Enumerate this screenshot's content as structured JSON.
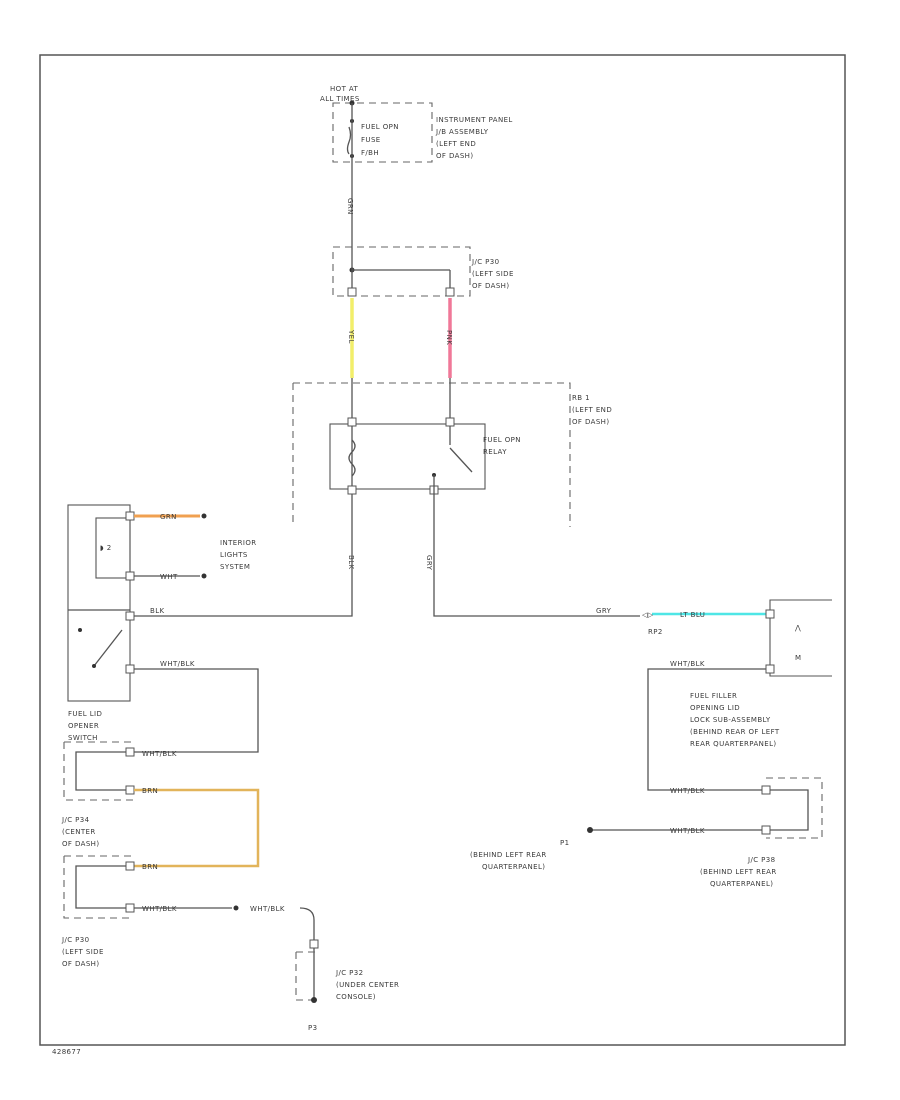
{
  "labels": {
    "hot_at": "HOT AT",
    "all_times": "ALL TIMES",
    "fuel_opn_fuse_1": "FUEL OPN",
    "fuel_opn_fuse_2": "FUSE",
    "fuel_opn_fuse_3": "F/BH",
    "instr_panel_1": "INSTRUMENT PANEL",
    "instr_panel_2": "J/B ASSEMBLY",
    "instr_panel_3": "(LEFT END",
    "instr_panel_4": "OF DASH)",
    "jc_top_1": "J/C P30",
    "jc_top_2": "(LEFT SIDE",
    "jc_top_3": "OF DASH)",
    "rb_1": "RB 1",
    "rb_2": "(LEFT END",
    "rb_3": "OF DASH)",
    "relay_1": "FUEL OPN",
    "relay_2": "RELAY",
    "interior_1": "INTERIOR",
    "interior_2": "LIGHTS",
    "interior_3": "SYSTEM",
    "switch_1": "FUEL LID",
    "switch_2": "OPENER",
    "switch_3": "SWITCH",
    "jc_center_1": "J/C P34",
    "jc_center_2": "(CENTER",
    "jc_center_3": "OF DASH)",
    "jc_left_1": "J/C P30",
    "jc_left_2": "(LEFT SIDE",
    "jc_left_3": "OF DASH)",
    "jc_console_1": "J/C P32",
    "jc_console_2": "(UNDER CENTER",
    "jc_console_3": "CONSOLE)",
    "ground_bottom": "P3",
    "ground_p1_1": "P1",
    "ground_p1_2": "(BEHIND LEFT REAR",
    "ground_p1_3": "QUARTERPANEL)",
    "jc_rear_1": "J/C P38",
    "jc_rear_2": "(BEHIND LEFT REAR",
    "jc_rear_3": "QUARTERPANEL)",
    "fuel_filler_1": "FUEL FILLER",
    "fuel_filler_2": "OPENING LID",
    "fuel_filler_3": "LOCK SUB-ASSEMBLY",
    "fuel_filler_4": "(BEHIND REAR OF LEFT",
    "fuel_filler_5": "REAR QUARTERPANEL)",
    "connector_rp2": "RP2",
    "corner_code": "428677"
  },
  "wires": {
    "grn": "GRN",
    "wht": "WHT",
    "blk": "BLK",
    "wht_blk": "WHT/BLK",
    "brn": "BRN",
    "gry": "GRY",
    "lt_blu": "LT BLU",
    "yel": "YEL",
    "pnk": "PNK"
  },
  "colors": {
    "yellow_wire": "#f2ee6a",
    "pink_wire": "#f07898",
    "orange_wire": "#f0a050",
    "brown_wire": "#e2b45a",
    "cyan_wire": "#4ee6e6"
  }
}
